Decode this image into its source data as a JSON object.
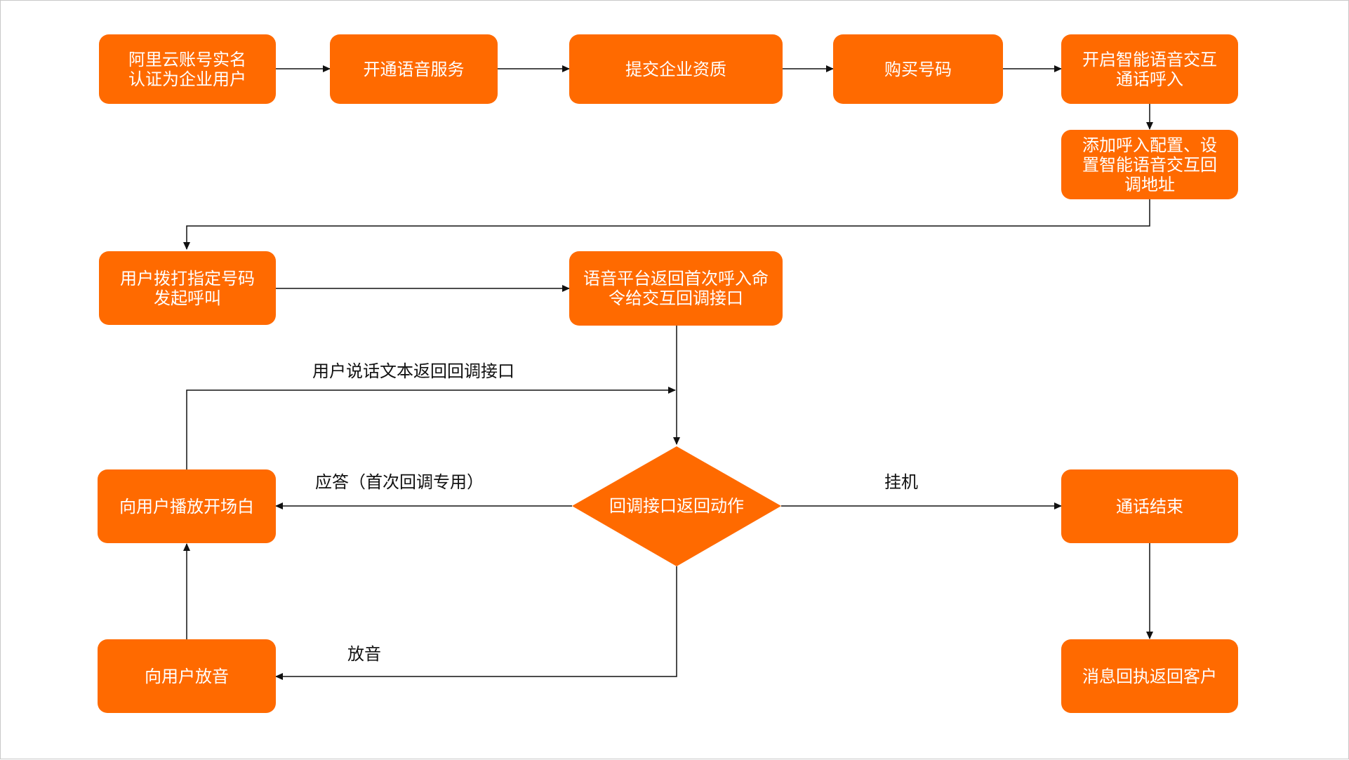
{
  "colors": {
    "node_fill": "#ff6a00",
    "node_text": "#ffffff",
    "connector": "#111111",
    "label_text": "#111111"
  },
  "nodes": {
    "verify_account": "阿里云账号实名认证为企业用户",
    "enable_voice": "开通语音服务",
    "submit_qualification": "提交企业资质",
    "buy_number": "购买号码",
    "enable_inbound": "开启智能语音交互通话呼入",
    "add_config": "添加呼入配置、设置智能语音交互回调地址",
    "user_dial": "用户拨打指定号码发起呼叫",
    "platform_return": "语音平台返回首次呼入命令给交互回调接口",
    "decision": "回调接口返回动作",
    "play_opening": "向用户播放开场白",
    "play_audio": "向用户放音",
    "call_end": "通话结束",
    "receipt": "消息回执返回客户"
  },
  "labels": {
    "speech_text": "用户说话文本返回回调接口",
    "answer": "应答（首次回调专用）",
    "hangup": "挂机",
    "play": "放音"
  }
}
